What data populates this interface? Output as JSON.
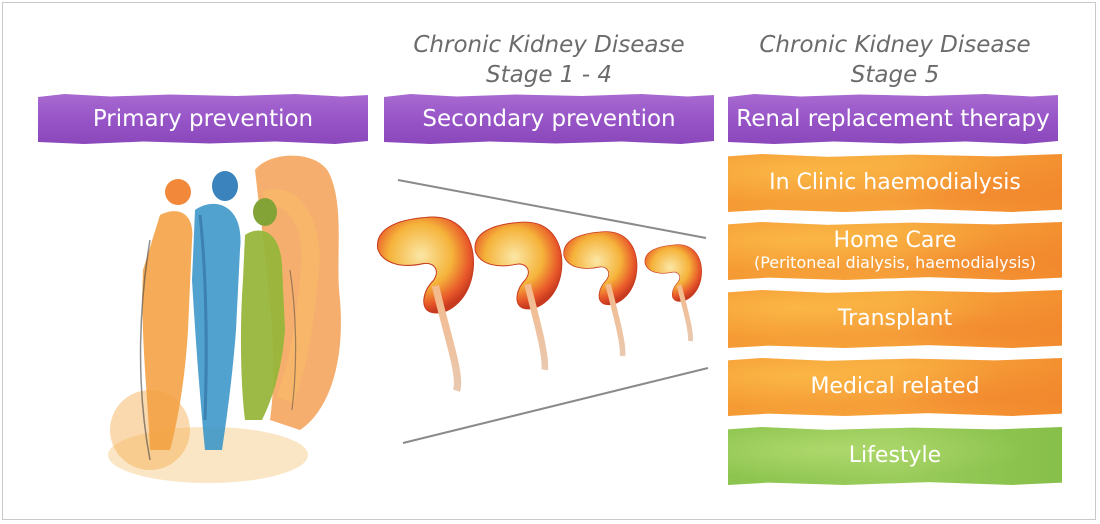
{
  "stages": {
    "ckd_1_4": {
      "line1": "Chronic Kidney Disease",
      "line2": "Stage 1 - 4"
    },
    "ckd_5": {
      "line1": "Chronic Kidney Disease",
      "line2": "Stage 5"
    }
  },
  "banners": {
    "primary": "Primary prevention",
    "secondary": "Secondary prevention",
    "renal": "Renal replacement therapy"
  },
  "therapies": [
    {
      "label": "In Clinic haemodialysis",
      "sub": "",
      "color": "#f59a34"
    },
    {
      "label": "Home Care",
      "sub": "(Peritoneal dialysis, haemodialysis)",
      "color": "#f59a34"
    },
    {
      "label": "Transplant",
      "sub": "",
      "color": "#f59a34"
    },
    {
      "label": "Medical related",
      "sub": "",
      "color": "#f59a34"
    },
    {
      "label": "Lifestyle",
      "sub": "",
      "color": "#8cc44f"
    }
  ],
  "colors": {
    "banner": "#9653c6",
    "heading_text": "#6b6b6b",
    "orange": "#f59a34",
    "green": "#8cc44f"
  },
  "illustrations": {
    "people": "watercolor-people-illustration",
    "kidneys": "kidney-progression-illustration"
  }
}
